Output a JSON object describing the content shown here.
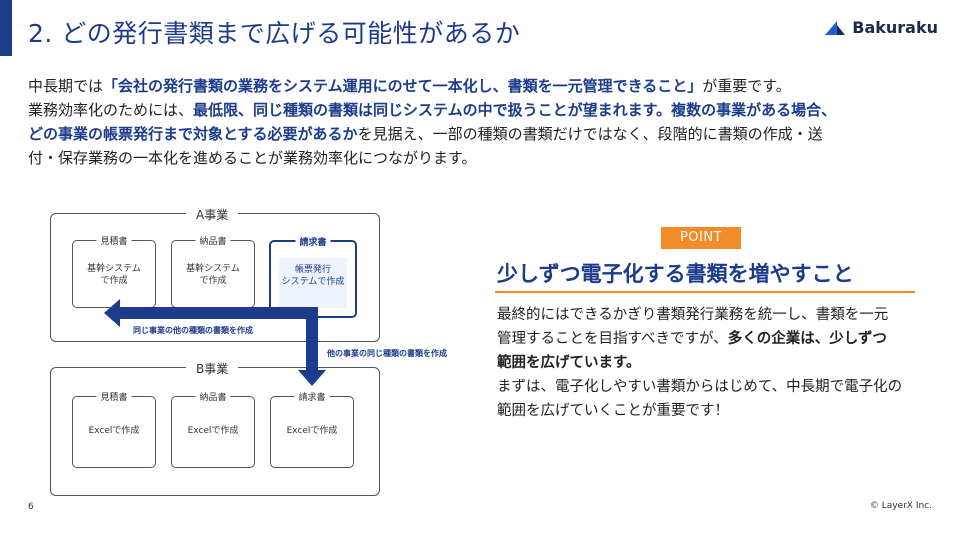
{
  "header": {
    "title": "2. どの発行書類まで広げる可能性があるか",
    "logo_text": "Bakuraku",
    "accent_color": "#1c3b8c"
  },
  "intro": {
    "l1_a": "中長期では",
    "l1_b": "「会社の発行書類の業務をシステム運用にのせて一本化し、書類を一元管理できること」",
    "l1_c": "が重要です。",
    "l2_a": "業務効率化のためには、",
    "l2_b": "最低限、同じ種類の書類は同じシステムの中で扱うことが望まれます。",
    "l2_c": "複数の事業がある場合、",
    "l3_a": "どの事業の帳票発行まで対象とする必要があるか",
    "l3_b": "を見据え、一部の種類の書類だけではなく、段階的に書類の作成・送",
    "l4": "付・保存業務の一本化を進めることが業務効率化につながります。"
  },
  "diagram": {
    "business_a": {
      "label": "A事業",
      "cards": [
        {
          "title": "見積書",
          "line1": "基幹システム",
          "line2": "で作成"
        },
        {
          "title": "納品書",
          "line1": "基幹システム",
          "line2": "で作成"
        },
        {
          "title": "請求書",
          "line1": "帳票発行",
          "line2": "システムで作成"
        }
      ]
    },
    "business_b": {
      "label": "B事業",
      "cards": [
        {
          "title": "見積書",
          "line1": "Excelで作成",
          "line2": ""
        },
        {
          "title": "納品書",
          "line1": "Excelで作成",
          "line2": ""
        },
        {
          "title": "請求書",
          "line1": "Excelで作成",
          "line2": ""
        }
      ]
    },
    "arrow_left_label": "同じ事業の他の種類の書類を作成",
    "arrow_down_label": "他の事業の同じ種類の書類を作成",
    "arrow_color": "#1c3b8c"
  },
  "point": {
    "badge": "POINT",
    "badge_color": "#f28c28",
    "title": "少しずつ電子化する書類を増やすこと",
    "p1_a": "最終的にはできるかぎり書類発行業務を統一し、書類を一元",
    "p1_b": "管理することを目指すべきですが、",
    "p1_c": "多くの企業は、少しずつ",
    "p1_d": "範囲を広げています。",
    "p2_a": "まずは、電子化しやすい書類からはじめて、中長期で電子化の",
    "p2_b": "範囲を広げていくことが重要です！"
  },
  "footer": {
    "page_number": "6",
    "copyright": "© LayerX Inc."
  }
}
